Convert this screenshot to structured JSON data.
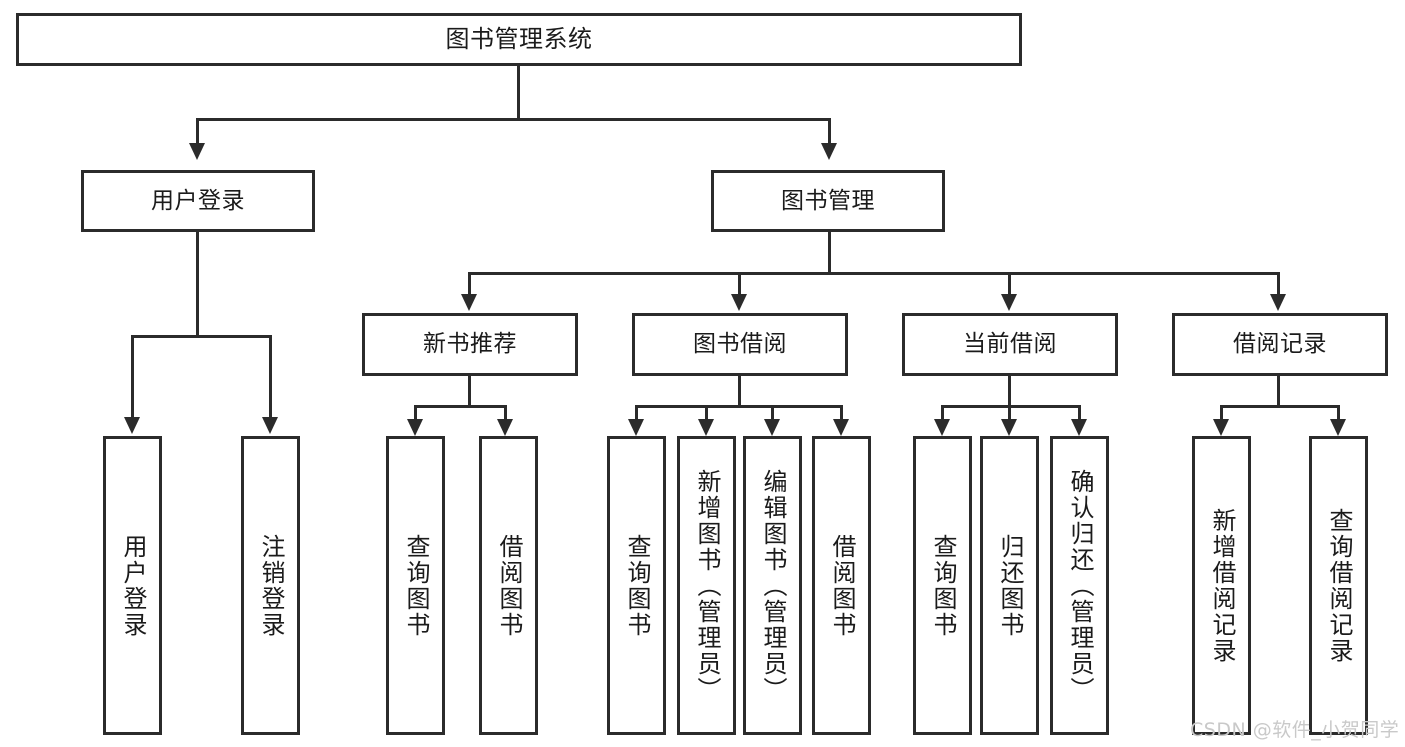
{
  "diagram": {
    "title": "图书管理系统",
    "type": "tree-hierarchy",
    "levels": {
      "root": {
        "label": "图书管理系统"
      },
      "level2": [
        {
          "label": "用户登录"
        },
        {
          "label": "图书管理"
        }
      ],
      "level3": [
        {
          "label": "新书推荐"
        },
        {
          "label": "图书借阅"
        },
        {
          "label": "当前借阅"
        },
        {
          "label": "借阅记录"
        }
      ],
      "leaves": {
        "user_login": [
          {
            "label": "用户登录"
          },
          {
            "label": "注销登录"
          }
        ],
        "new_book_recommend": [
          {
            "label": "查询图书"
          },
          {
            "label": "借阅图书"
          }
        ],
        "book_borrow": [
          {
            "label": "查询图书"
          },
          {
            "label": "新增图书（管理员）"
          },
          {
            "label": "编辑图书（管理员）"
          },
          {
            "label": "借阅图书"
          }
        ],
        "current_borrow": [
          {
            "label": "查询图书"
          },
          {
            "label": "归还图书"
          },
          {
            "label": "确认归还（管理员）"
          }
        ],
        "borrow_record": [
          {
            "label": "新增借阅记录"
          },
          {
            "label": "查询借阅记录"
          }
        ]
      }
    },
    "watermark": "CSDN @软件_小贺同学",
    "colors": {
      "stroke": "#2b2b2b",
      "fill": "#ffffff",
      "text": "#1b1b1b",
      "watermark": "#c9c9c9"
    }
  }
}
